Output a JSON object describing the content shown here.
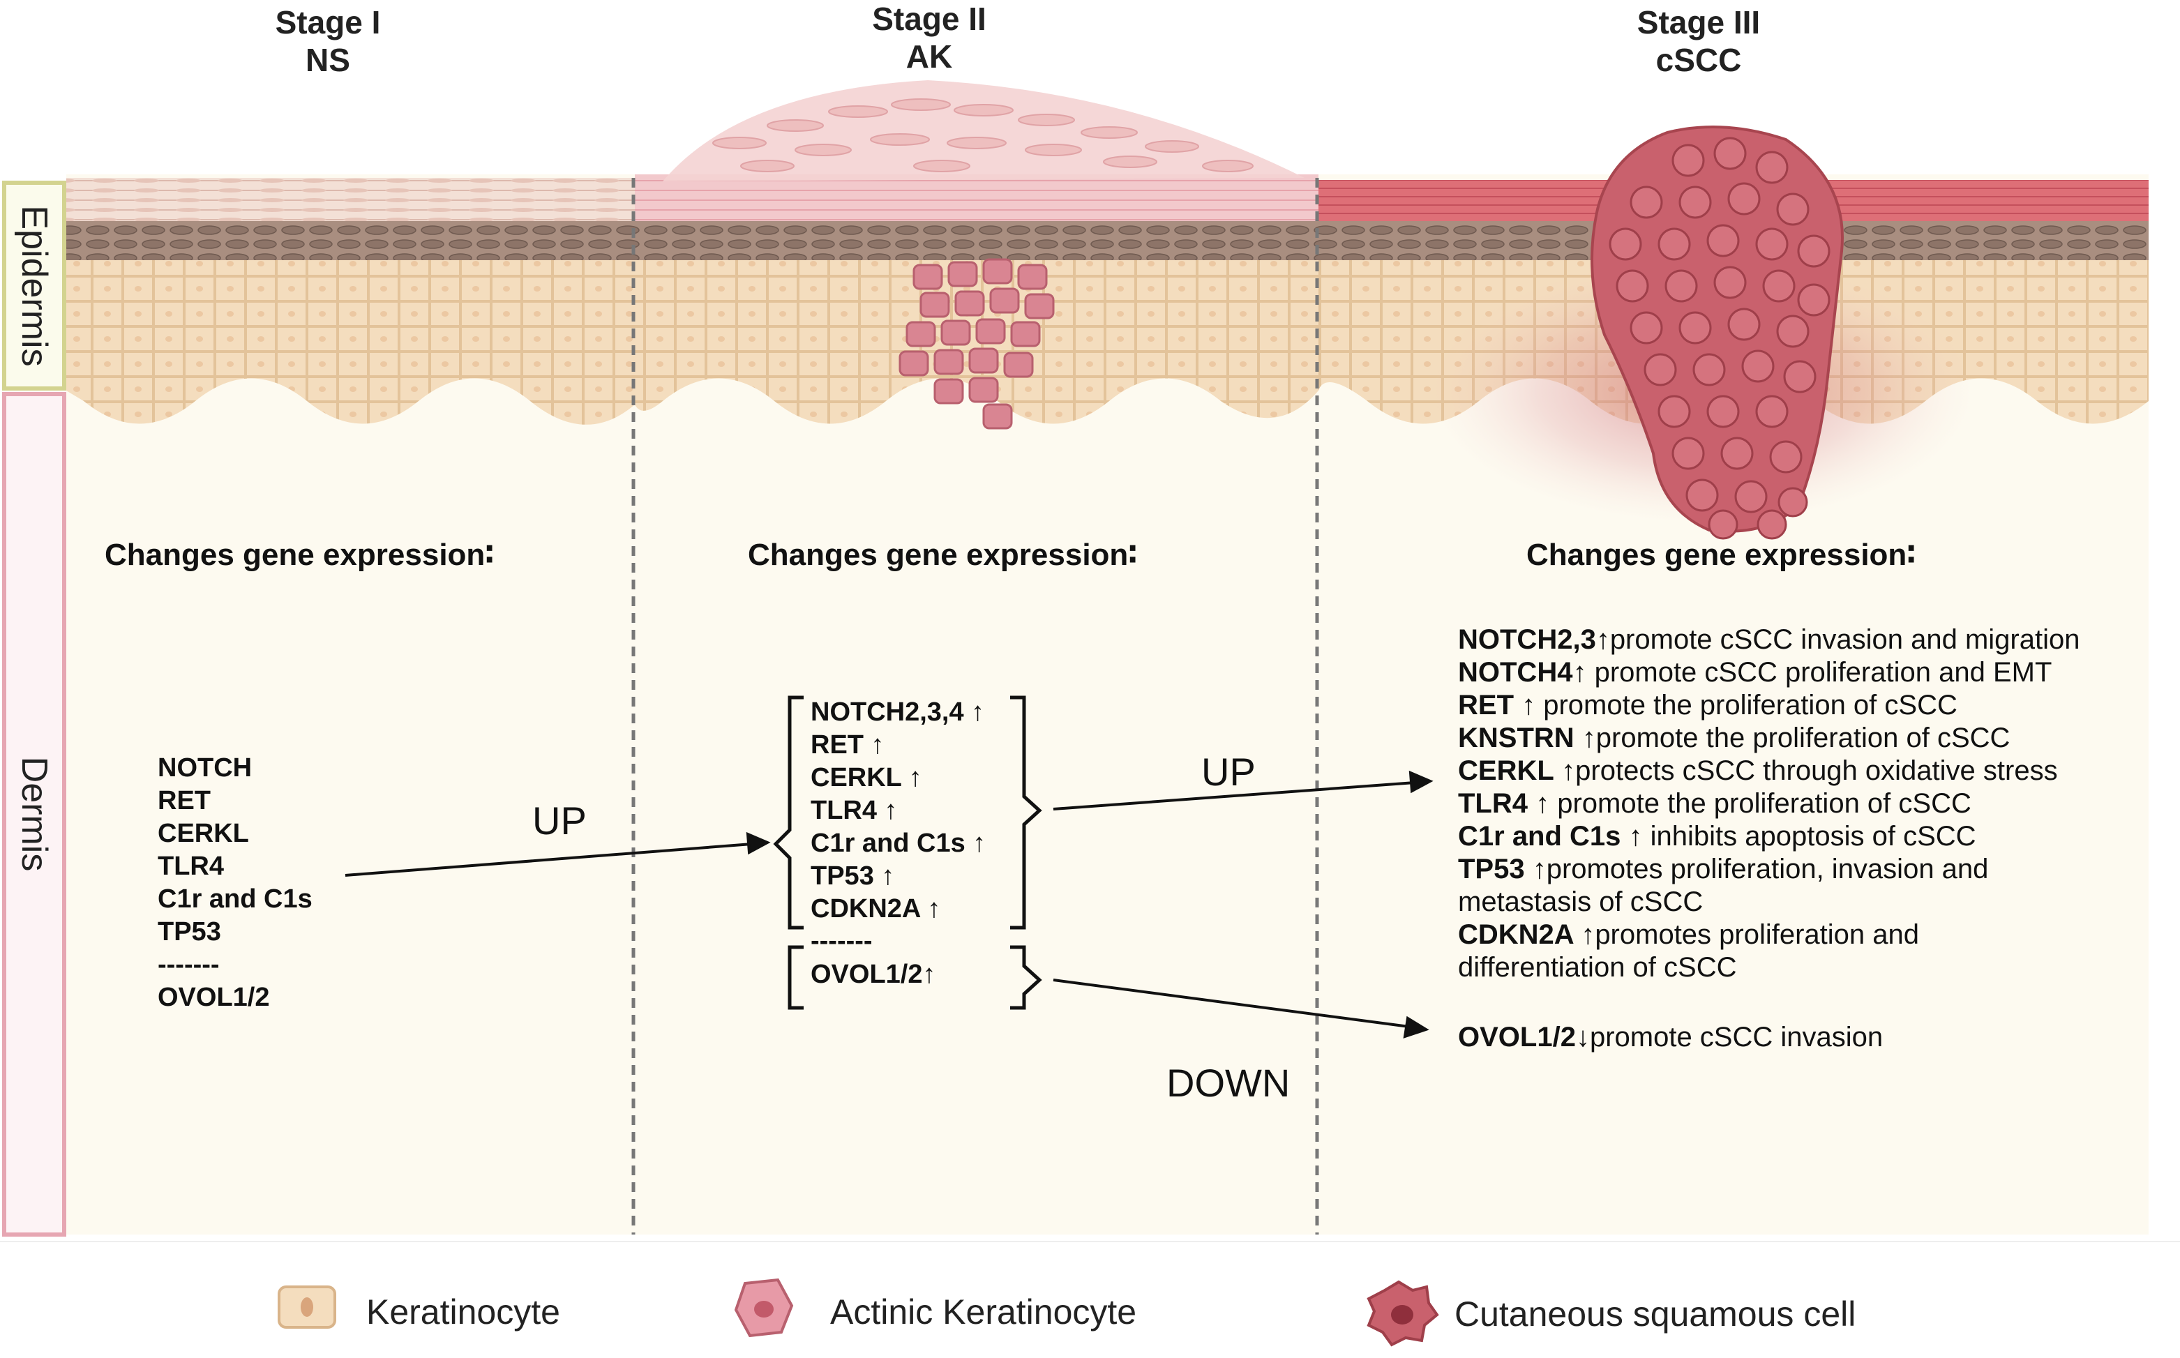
{
  "stages": [
    {
      "title": "Stage I",
      "subtitle": "NS"
    },
    {
      "title": "Stage II",
      "subtitle": "AK"
    },
    {
      "title": "Stage III",
      "subtitle": "cSCC"
    }
  ],
  "side_labels": {
    "epidermis": "Epidermis",
    "dermis": "Dermis"
  },
  "section_heading": "Changes gene expression∶",
  "stage1_genes": [
    "NOTCH",
    "RET",
    "CERKL",
    "TLR4",
    "C1r and C1s",
    "TP53",
    "-------",
    "OVOL1/2"
  ],
  "stage2_up_genes": [
    "NOTCH2,3,4 ↑",
    "RET ↑",
    "CERKL ↑",
    "TLR4 ↑",
    "C1r and C1s ↑",
    "TP53 ↑",
    "CDKN2A ↑"
  ],
  "stage2_separator": "-------",
  "stage2_down_gene": "OVOL1/2↑",
  "arrow_labels": {
    "up1": "UP",
    "up2": "UP",
    "down": "DOWN"
  },
  "stage3_effects": [
    {
      "gene": "NOTCH2,3↑",
      "text": "promote cSCC invasion and migration"
    },
    {
      "gene": "NOTCH4↑",
      "text": " promote cSCC proliferation and EMT"
    },
    {
      "gene": "RET ↑",
      "text": " promote the proliferation of cSCC"
    },
    {
      "gene": "KNSTRN ↑",
      "text": "promote the proliferation of cSCC"
    },
    {
      "gene": "CERKL ↑",
      "text": "protects cSCC through oxidative stress"
    },
    {
      "gene": "TLR4 ↑",
      "text": " promote the proliferation of cSCC"
    },
    {
      "gene": "C1r and C1s ↑",
      "text": " inhibits apoptosis of cSCC"
    },
    {
      "gene": "TP53 ↑",
      "text": "promotes proliferation, invasion and"
    },
    {
      "gene": "",
      "text": "metastasis of cSCC"
    },
    {
      "gene": "CDKN2A ↑",
      "text": "promotes proliferation and"
    },
    {
      "gene": "",
      "text": "differentiation of cSCC"
    }
  ],
  "stage3_down_effect": {
    "gene": "OVOL1/2↓",
    "text": "promote cSCC invasion"
  },
  "legend": [
    {
      "label": "Keratinocyte",
      "icon": "keratinocyte-icon"
    },
    {
      "label": "Actinic Keratinocyte",
      "icon": "actinic-keratinocyte-icon"
    },
    {
      "label": "Cutaneous squamous cell",
      "icon": "cutaneous-squamous-cell-icon"
    }
  ],
  "colors": {
    "background": "#fdfaf0",
    "epidermis_fill": "#f4ddbe",
    "cell_line": "#e4c59c",
    "basal_layer": "#9c8378",
    "stratum_corneum": "#f1d9d2",
    "ak_pink": "#d77e8d",
    "cscc_red": "#c85a68",
    "corneum_red": "#d9646f",
    "epidermis_box": "#d9d99a",
    "dermis_box": "#e8aeb8",
    "text": "#111111"
  }
}
